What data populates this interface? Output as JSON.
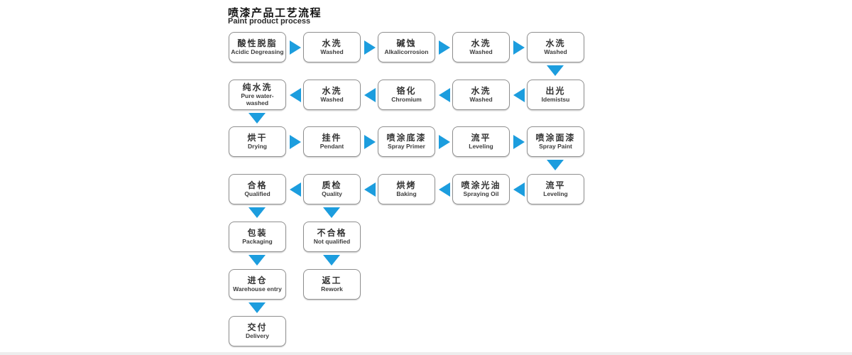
{
  "page": {
    "title_zh": "喷漆产品工艺流程",
    "title_en": "Paint product process"
  },
  "colors": {
    "arrow_blue": "#1C9DDE",
    "box_border": "#8f8f8f",
    "text_dark": "#333333"
  },
  "rows": [
    {
      "name": "row-1",
      "direction": "right",
      "nodes": [
        {
          "zh": "酸性脱脂",
          "en": "Acidic Degreasing"
        },
        {
          "zh": "水洗",
          "en": "Washed"
        },
        {
          "zh": "碱蚀",
          "en": "Alkalicorrosion"
        },
        {
          "zh": "水洗",
          "en": "Washed"
        },
        {
          "zh": "水洗",
          "en": "Washed"
        }
      ]
    },
    {
      "name": "row-2",
      "direction": "left",
      "nodes": [
        {
          "zh": "纯水洗",
          "en": "Pure water-washed"
        },
        {
          "zh": "水洗",
          "en": "Washed"
        },
        {
          "zh": "铬化",
          "en": "Chromium"
        },
        {
          "zh": "水洗",
          "en": "Washed"
        },
        {
          "zh": "出光",
          "en": "Idemistsu"
        }
      ]
    },
    {
      "name": "row-3",
      "direction": "right",
      "nodes": [
        {
          "zh": "烘干",
          "en": "Drying"
        },
        {
          "zh": "挂件",
          "en": "Pendant"
        },
        {
          "zh": "喷涂底漆",
          "en": "Spray Primer"
        },
        {
          "zh": "流平",
          "en": "Leveling"
        },
        {
          "zh": "喷涂面漆",
          "en": "Spray Paint"
        }
      ]
    },
    {
      "name": "row-4",
      "direction": "left",
      "nodes": [
        {
          "zh": "合格",
          "en": "Qualified"
        },
        {
          "zh": "质检",
          "en": "Quality"
        },
        {
          "zh": "烘烤",
          "en": "Baking"
        },
        {
          "zh": "喷涂光油",
          "en": "Spraying Oil"
        },
        {
          "zh": "流平",
          "en": "Leveling"
        }
      ]
    },
    {
      "name": "row-5",
      "direction": "none",
      "nodes": [
        {
          "zh": "包装",
          "en": "Packaging"
        },
        {
          "zh": "不合格",
          "en": "Not qualified"
        }
      ]
    },
    {
      "name": "row-6",
      "direction": "none",
      "nodes": [
        {
          "zh": "进仓",
          "en": "Warehouse entry"
        },
        {
          "zh": "返工",
          "en": "Rework"
        }
      ]
    },
    {
      "name": "row-7",
      "direction": "none",
      "nodes": [
        {
          "zh": "交付",
          "en": "Delivery"
        }
      ]
    }
  ]
}
